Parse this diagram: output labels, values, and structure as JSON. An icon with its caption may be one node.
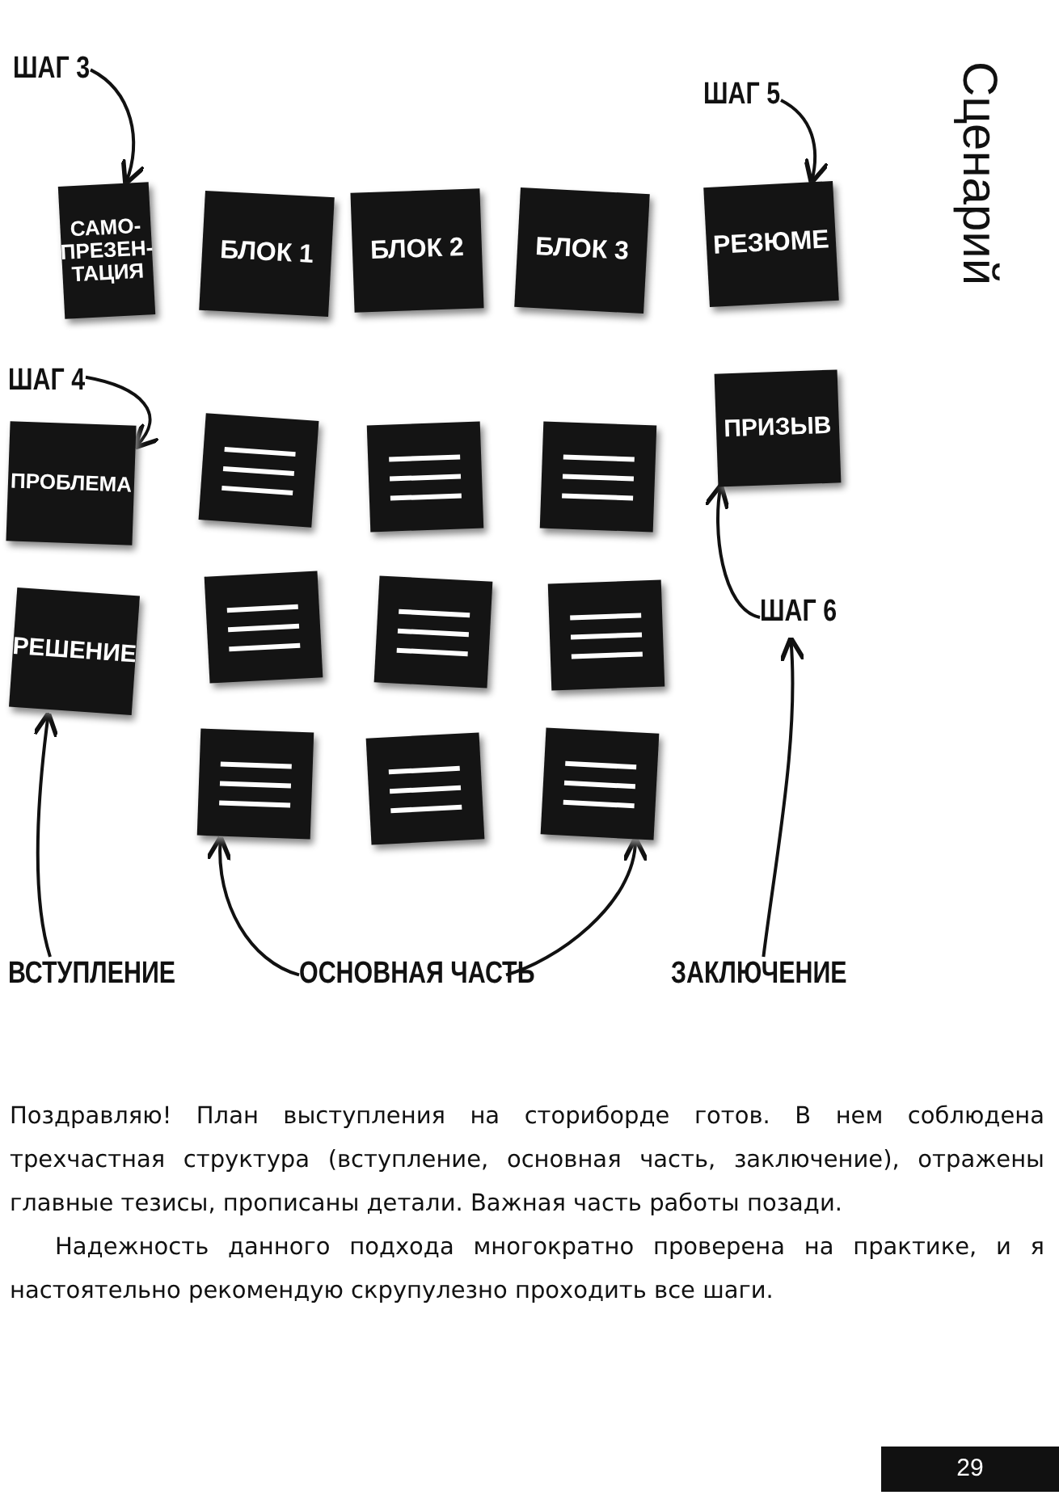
{
  "diagram": {
    "nodes": [
      {
        "text": [
          "ШАГ 3"
        ]
      },
      {
        "text": [
          "САМО-ПРЕЗЕН-ТАЦИЯ"
        ]
      },
      {
        "text": [
          "БЛОК 1"
        ]
      },
      {
        "text": [
          "БЛОК 2"
        ]
      },
      {
        "text": [
          "БЛОК 3"
        ]
      },
      {
        "text": [
          "ШАГ 5"
        ]
      },
      {
        "text": [
          "РЕЗЮМЕ"
        ]
      },
      {
        "text": [
          "ШАГ 4"
        ]
      },
      {
        "text": [
          "ПРОБЛЕМА"
        ]
      },
      {
        "text": [],
        "shape": "box"
      },
      {
        "text": [],
        "shape": "box"
      },
      {
        "text": [],
        "shape": "box"
      },
      {
        "text": [
          "ПРИЗЫВ"
        ]
      },
      {
        "text": [
          "РЕШЕНИЕ"
        ]
      },
      {
        "text": [],
        "shape": "box"
      },
      {
        "text": [],
        "shape": "box"
      },
      {
        "text": [],
        "shape": "box"
      },
      {
        "text": [
          "ШАГ 6"
        ]
      },
      {
        "text": [],
        "shape": "box"
      },
      {
        "text": [],
        "shape": "box"
      },
      {
        "text": [],
        "shape": "box"
      },
      {
        "text": [
          "ВСТУПЛЕНИЕ"
        ]
      },
      {
        "text": [
          "ОСНОВНАЯ ЧАСТЬ"
        ]
      },
      {
        "text": [
          "ЗАКЛЮЧЕНИЕ"
        ]
      }
    ],
    "edges": [
      {
        "from": 0,
        "to": 1,
        "arrow": "to"
      },
      {
        "from": 5,
        "to": 6,
        "arrow": "to"
      },
      {
        "from": 7,
        "to": 8,
        "arrow": "to"
      },
      {
        "from": 17,
        "to": 12,
        "arrow": "to"
      },
      {
        "from": 21,
        "to": 13,
        "arrow": "to"
      },
      {
        "from": 22,
        "to": 18,
        "arrow": "to"
      },
      {
        "from": 22,
        "to": 20,
        "arrow": "to"
      },
      {
        "from": 23,
        "to": 17,
        "arrow": "to"
      }
    ],
    "labels": [
      "Сценарий",
      "Поздравляю! План выступления на сториборде готов. В нем соблюдена трехчастная структура (вступление, основная часть, заключение), отражены главные тезисы, прописаны детали. Важная часть работы позади.",
      "Надежность данного подхода многократно проверена на практике, и я настоятельно рекомендую скрупулезно проходить все шаги.",
      "29"
    ]
  }
}
